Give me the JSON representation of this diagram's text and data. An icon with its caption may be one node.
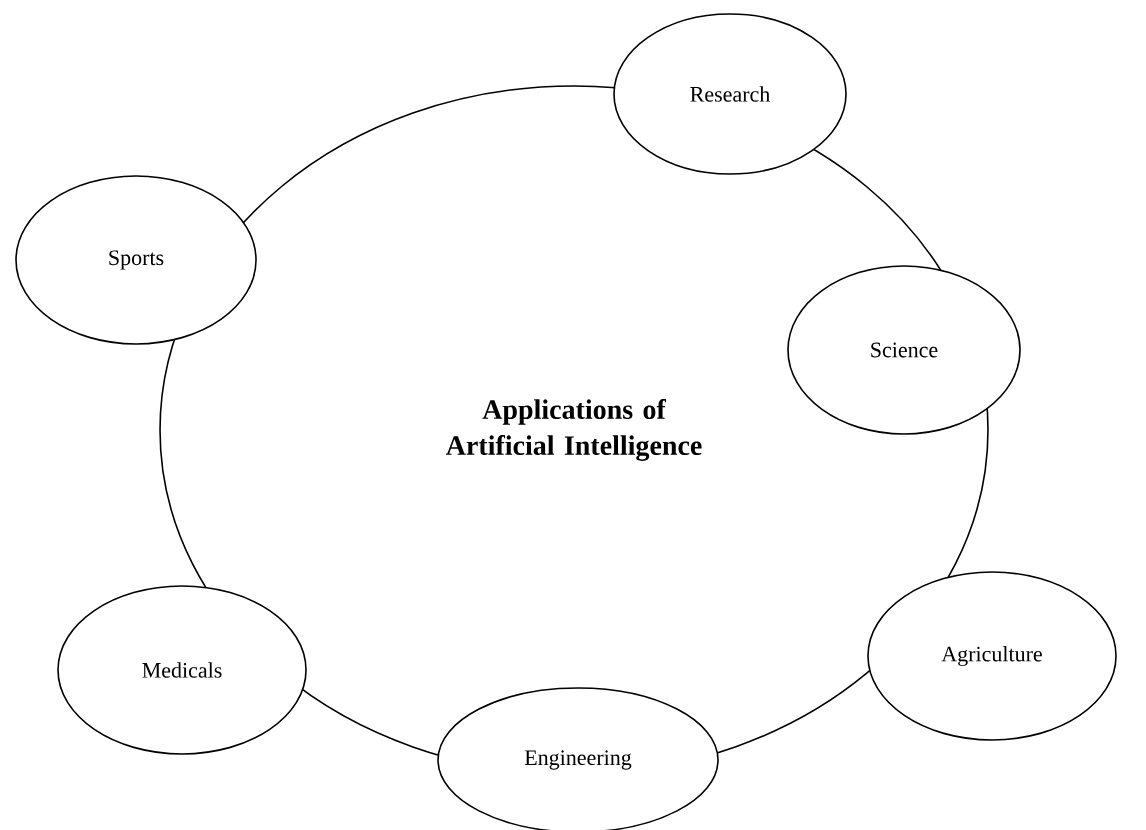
{
  "diagram": {
    "nodes": [
      {
        "text": [
          "Applications of Artificial Intelligence"
        ]
      },
      {
        "text": [
          "Research"
        ]
      },
      {
        "text": [
          "Sports"
        ]
      },
      {
        "text": [
          "Science"
        ]
      },
      {
        "text": [
          "Medicals"
        ]
      },
      {
        "text": [
          "Agriculture"
        ]
      },
      {
        "text": [
          "Engineering"
        ]
      }
    ]
  }
}
